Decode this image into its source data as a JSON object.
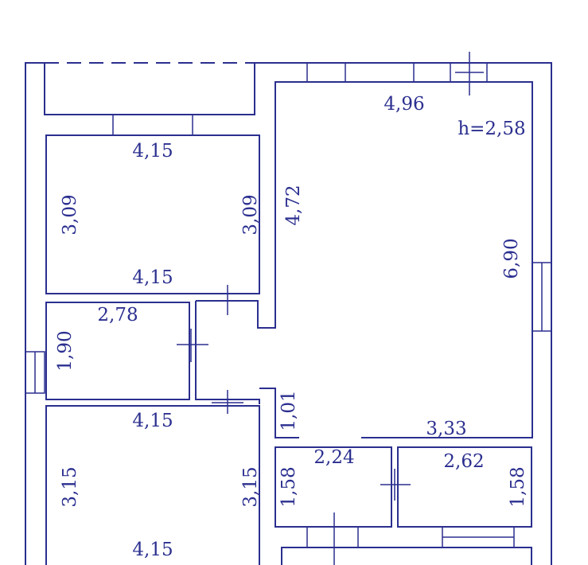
{
  "plan": {
    "ceiling_height": "h=2,58",
    "rooms": {
      "balcony": {},
      "bedroom_top": {
        "width_top": "4,15",
        "width_bottom": "4,15",
        "height_left": "3,09",
        "height_right": "3,09"
      },
      "small_room": {
        "width": "2,78",
        "height": "1,90"
      },
      "bedroom_bottom": {
        "width_top": "4,15",
        "width_bottom": "4,15",
        "height_left": "3,15",
        "height_right": "3,15"
      },
      "living_room": {
        "width_top": "4,96",
        "height_right": "6,90",
        "height_left": "4,72",
        "width_bottom": "3,33"
      },
      "hall": {
        "depth": "1,01"
      },
      "bathroom": {
        "width": "2,24",
        "height": "1,58"
      },
      "wc": {
        "width": "2,62",
        "height": "1,58"
      }
    }
  },
  "colors": {
    "line": "#2b2f8f",
    "background": "#ffffff"
  }
}
